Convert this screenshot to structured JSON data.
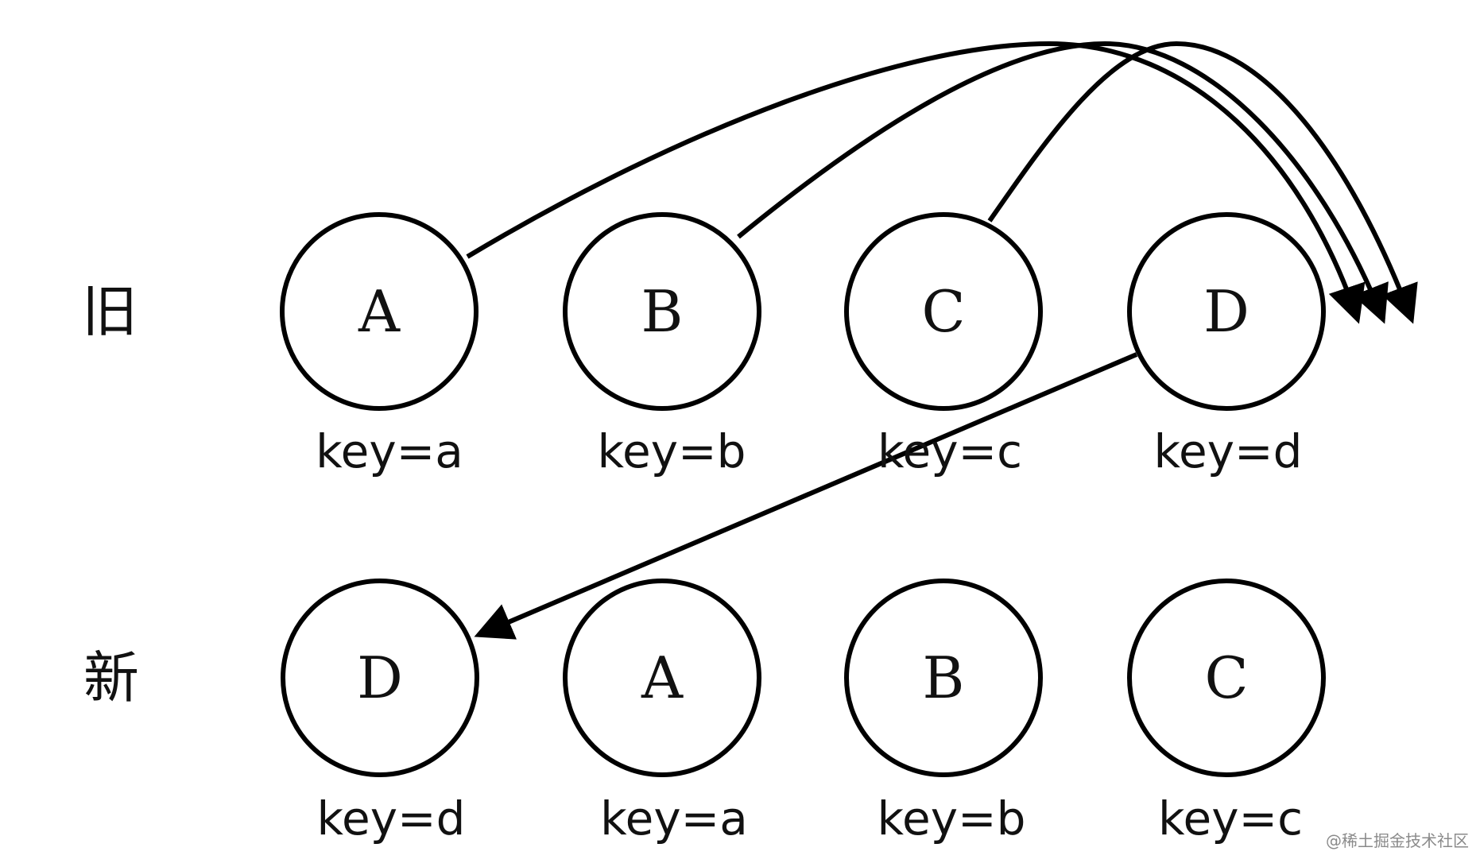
{
  "labels": {
    "old_row": "旧",
    "new_row": "新"
  },
  "old_nodes": [
    {
      "letter": "A",
      "key": "key=a"
    },
    {
      "letter": "B",
      "key": "key=b"
    },
    {
      "letter": "C",
      "key": "key=c"
    },
    {
      "letter": "D",
      "key": "key=d"
    }
  ],
  "new_nodes": [
    {
      "letter": "D",
      "key": "key=d"
    },
    {
      "letter": "A",
      "key": "key=a"
    },
    {
      "letter": "B",
      "key": "key=b"
    },
    {
      "letter": "C",
      "key": "key=c"
    }
  ],
  "watermark": "@稀土掘金技术社区"
}
